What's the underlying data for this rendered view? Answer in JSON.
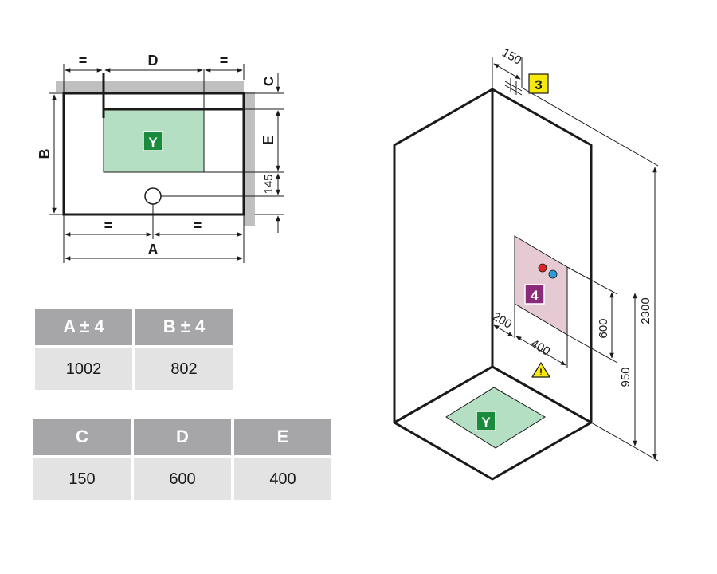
{
  "plan": {
    "label_eq_top_left": "=",
    "label_d": "D",
    "label_eq_top_right": "=",
    "label_c": "C",
    "label_b": "B",
    "label_e": "E",
    "label_145": "145",
    "label_eq_bottom_left": "=",
    "label_eq_bottom_right": "=",
    "label_a": "A",
    "label_y": "Y"
  },
  "iso": {
    "label_150": "150",
    "badge_3": "3",
    "badge_4": "4",
    "label_200": "200",
    "label_400": "400",
    "label_600": "600",
    "label_950": "950",
    "label_2300": "2300",
    "label_y": "Y",
    "warning_symbol": "!"
  },
  "colors": {
    "green_zone": "#b5dfc3",
    "green_badge": "#1a8a3c",
    "pink_panel": "#e5c9d3",
    "purple_badge": "#8a2a7a",
    "yellow_badge": "#f5e90e",
    "wall_gray": "#c0c0c0",
    "header_gray": "#a6a6a8",
    "cell_gray": "#e3e3e4"
  },
  "table1": {
    "headers": [
      "A ± 4",
      "B ± 4"
    ],
    "values": [
      "1002",
      "802"
    ]
  },
  "table2": {
    "headers": [
      "C",
      "D",
      "E"
    ],
    "values": [
      "150",
      "600",
      "400"
    ]
  }
}
